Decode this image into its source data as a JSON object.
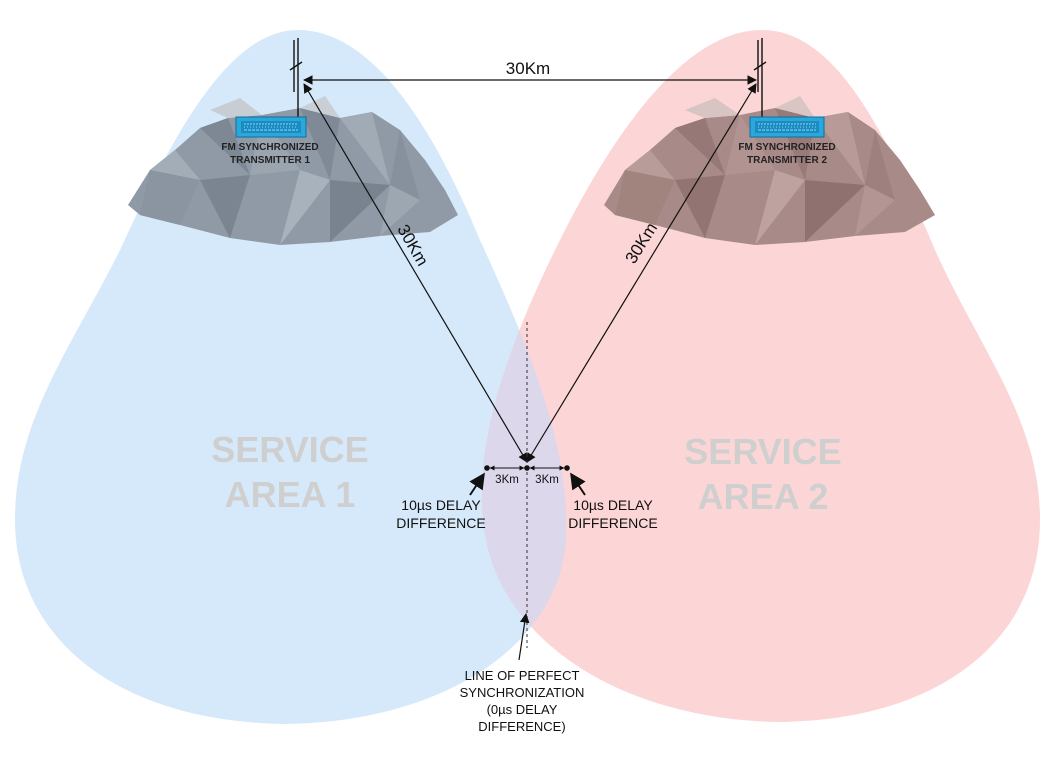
{
  "transmitters": [
    {
      "label_line1": "FM SYNCHRONIZED",
      "label_line2": "TRANSMITTER 1"
    },
    {
      "label_line1": "FM SYNCHRONIZED",
      "label_line2": "TRANSMITTER 2"
    }
  ],
  "distances": {
    "between_transmitters": "30Km",
    "tx1_to_point": "30Km",
    "tx2_to_point": "30Km",
    "left_offset": "3Km",
    "right_offset": "3Km"
  },
  "service_areas": [
    {
      "line1": "SERVICE",
      "line2": "AREA 1"
    },
    {
      "line1": "SERVICE",
      "line2": "AREA 2"
    }
  ],
  "delay_labels": [
    {
      "line1": "10µs DELAY",
      "line2": "DIFFERENCE"
    },
    {
      "line1": "10µs DELAY",
      "line2": "DIFFERENCE"
    }
  ],
  "sync_line": {
    "line1": "LINE OF PERFECT",
    "line2": "SYNCHRONIZATION",
    "line3": "(0µs DELAY",
    "line4": "DIFFERENCE)"
  },
  "colors": {
    "area1": "#d6e9fa",
    "area2": "#fcd6d6",
    "overlap": "#dcd7ea",
    "mountain1": "#8f9aa6",
    "mountain2": "#a88a88",
    "transmitter_box": "#2aa8dc",
    "area_text": "#cfcfcf"
  }
}
